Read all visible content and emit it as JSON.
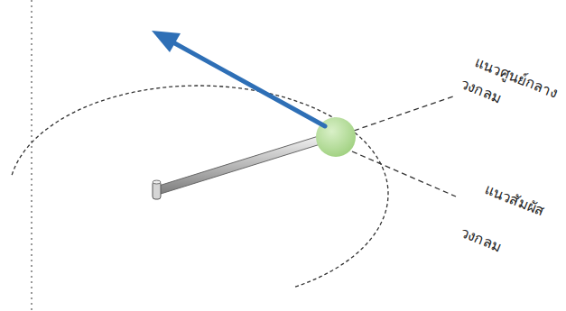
{
  "diagram": {
    "labels": [
      "แนวศูนย์กลาง",
      "วงกลม",
      "แนวสัมผัส",
      "วงกลม"
    ]
  }
}
